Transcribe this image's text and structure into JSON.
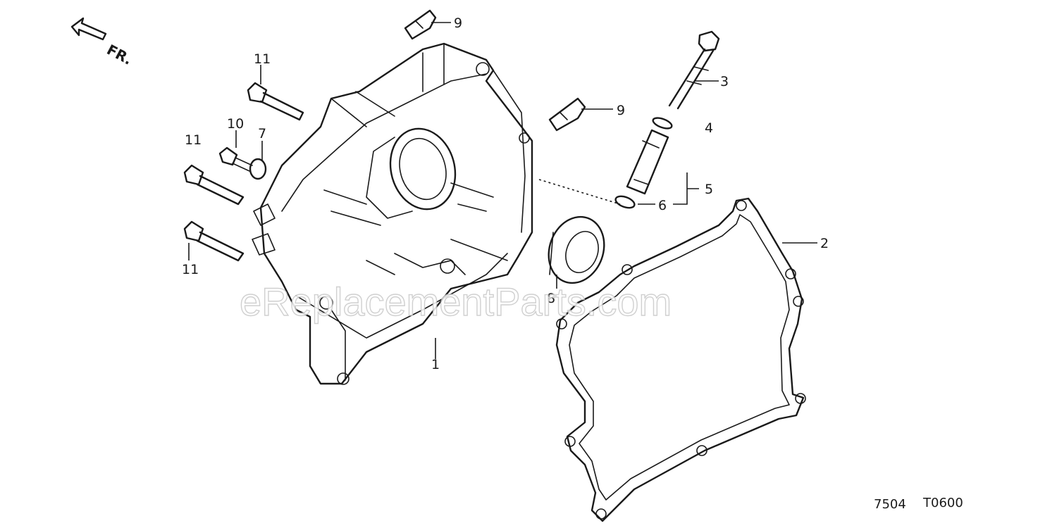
{
  "diagram": {
    "front_arrow_label": "FR.",
    "callouts": {
      "c1": "1",
      "c2": "2",
      "c3": "3",
      "c4": "4",
      "c5": "5",
      "c6": "6",
      "c7": "7",
      "c8": "8",
      "c9a": "9",
      "c9b": "9",
      "c10": "10",
      "c11a": "11",
      "c11b": "11",
      "c11c": "11"
    },
    "codes": {
      "left": "7504",
      "right": "T0600"
    },
    "watermark": "eReplacementParts.com",
    "colors": {
      "line": "#1a1a1a",
      "background": "#ffffff",
      "watermark": "#c8c8c8"
    }
  }
}
